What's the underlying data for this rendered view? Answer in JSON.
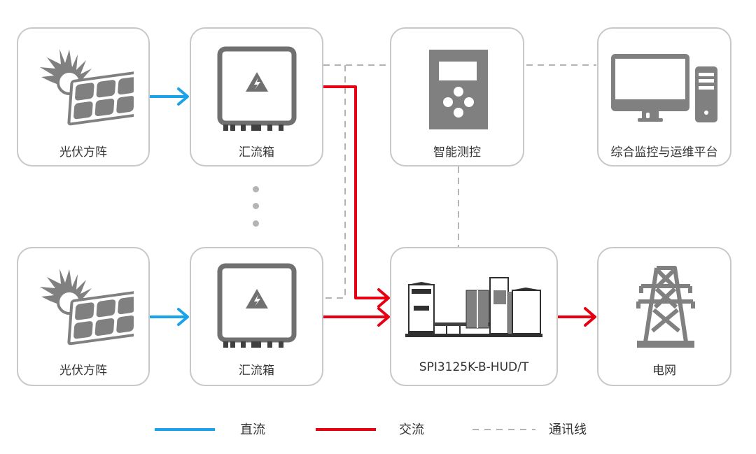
{
  "nodes": {
    "pv1": {
      "label": "光伏方阵",
      "icon": "solar-panel-icon"
    },
    "combiner1": {
      "label": "汇流箱",
      "icon": "combiner-box-icon"
    },
    "controller": {
      "label": "智能测控",
      "icon": "controller-device-icon"
    },
    "platform": {
      "label": "综合监控与运维平台",
      "icon": "computer-icon"
    },
    "pv2": {
      "label": "光伏方阵",
      "icon": "solar-panel-icon"
    },
    "combiner2": {
      "label": "汇流箱",
      "icon": "combiner-box-icon"
    },
    "inverter": {
      "label": "SPI3125K-B-HUD/T",
      "icon": "inverter-station-icon"
    },
    "grid": {
      "label": "电网",
      "icon": "transmission-tower-icon"
    }
  },
  "legend": {
    "dc": {
      "label": "直流",
      "color": "#1aa3e8"
    },
    "ac": {
      "label": "交流",
      "color": "#e60012"
    },
    "comm": {
      "label": "通讯线",
      "color": "#b4b4b4"
    }
  },
  "colors": {
    "icon_gray": "#808080",
    "border_gray": "#c8c8c8"
  }
}
